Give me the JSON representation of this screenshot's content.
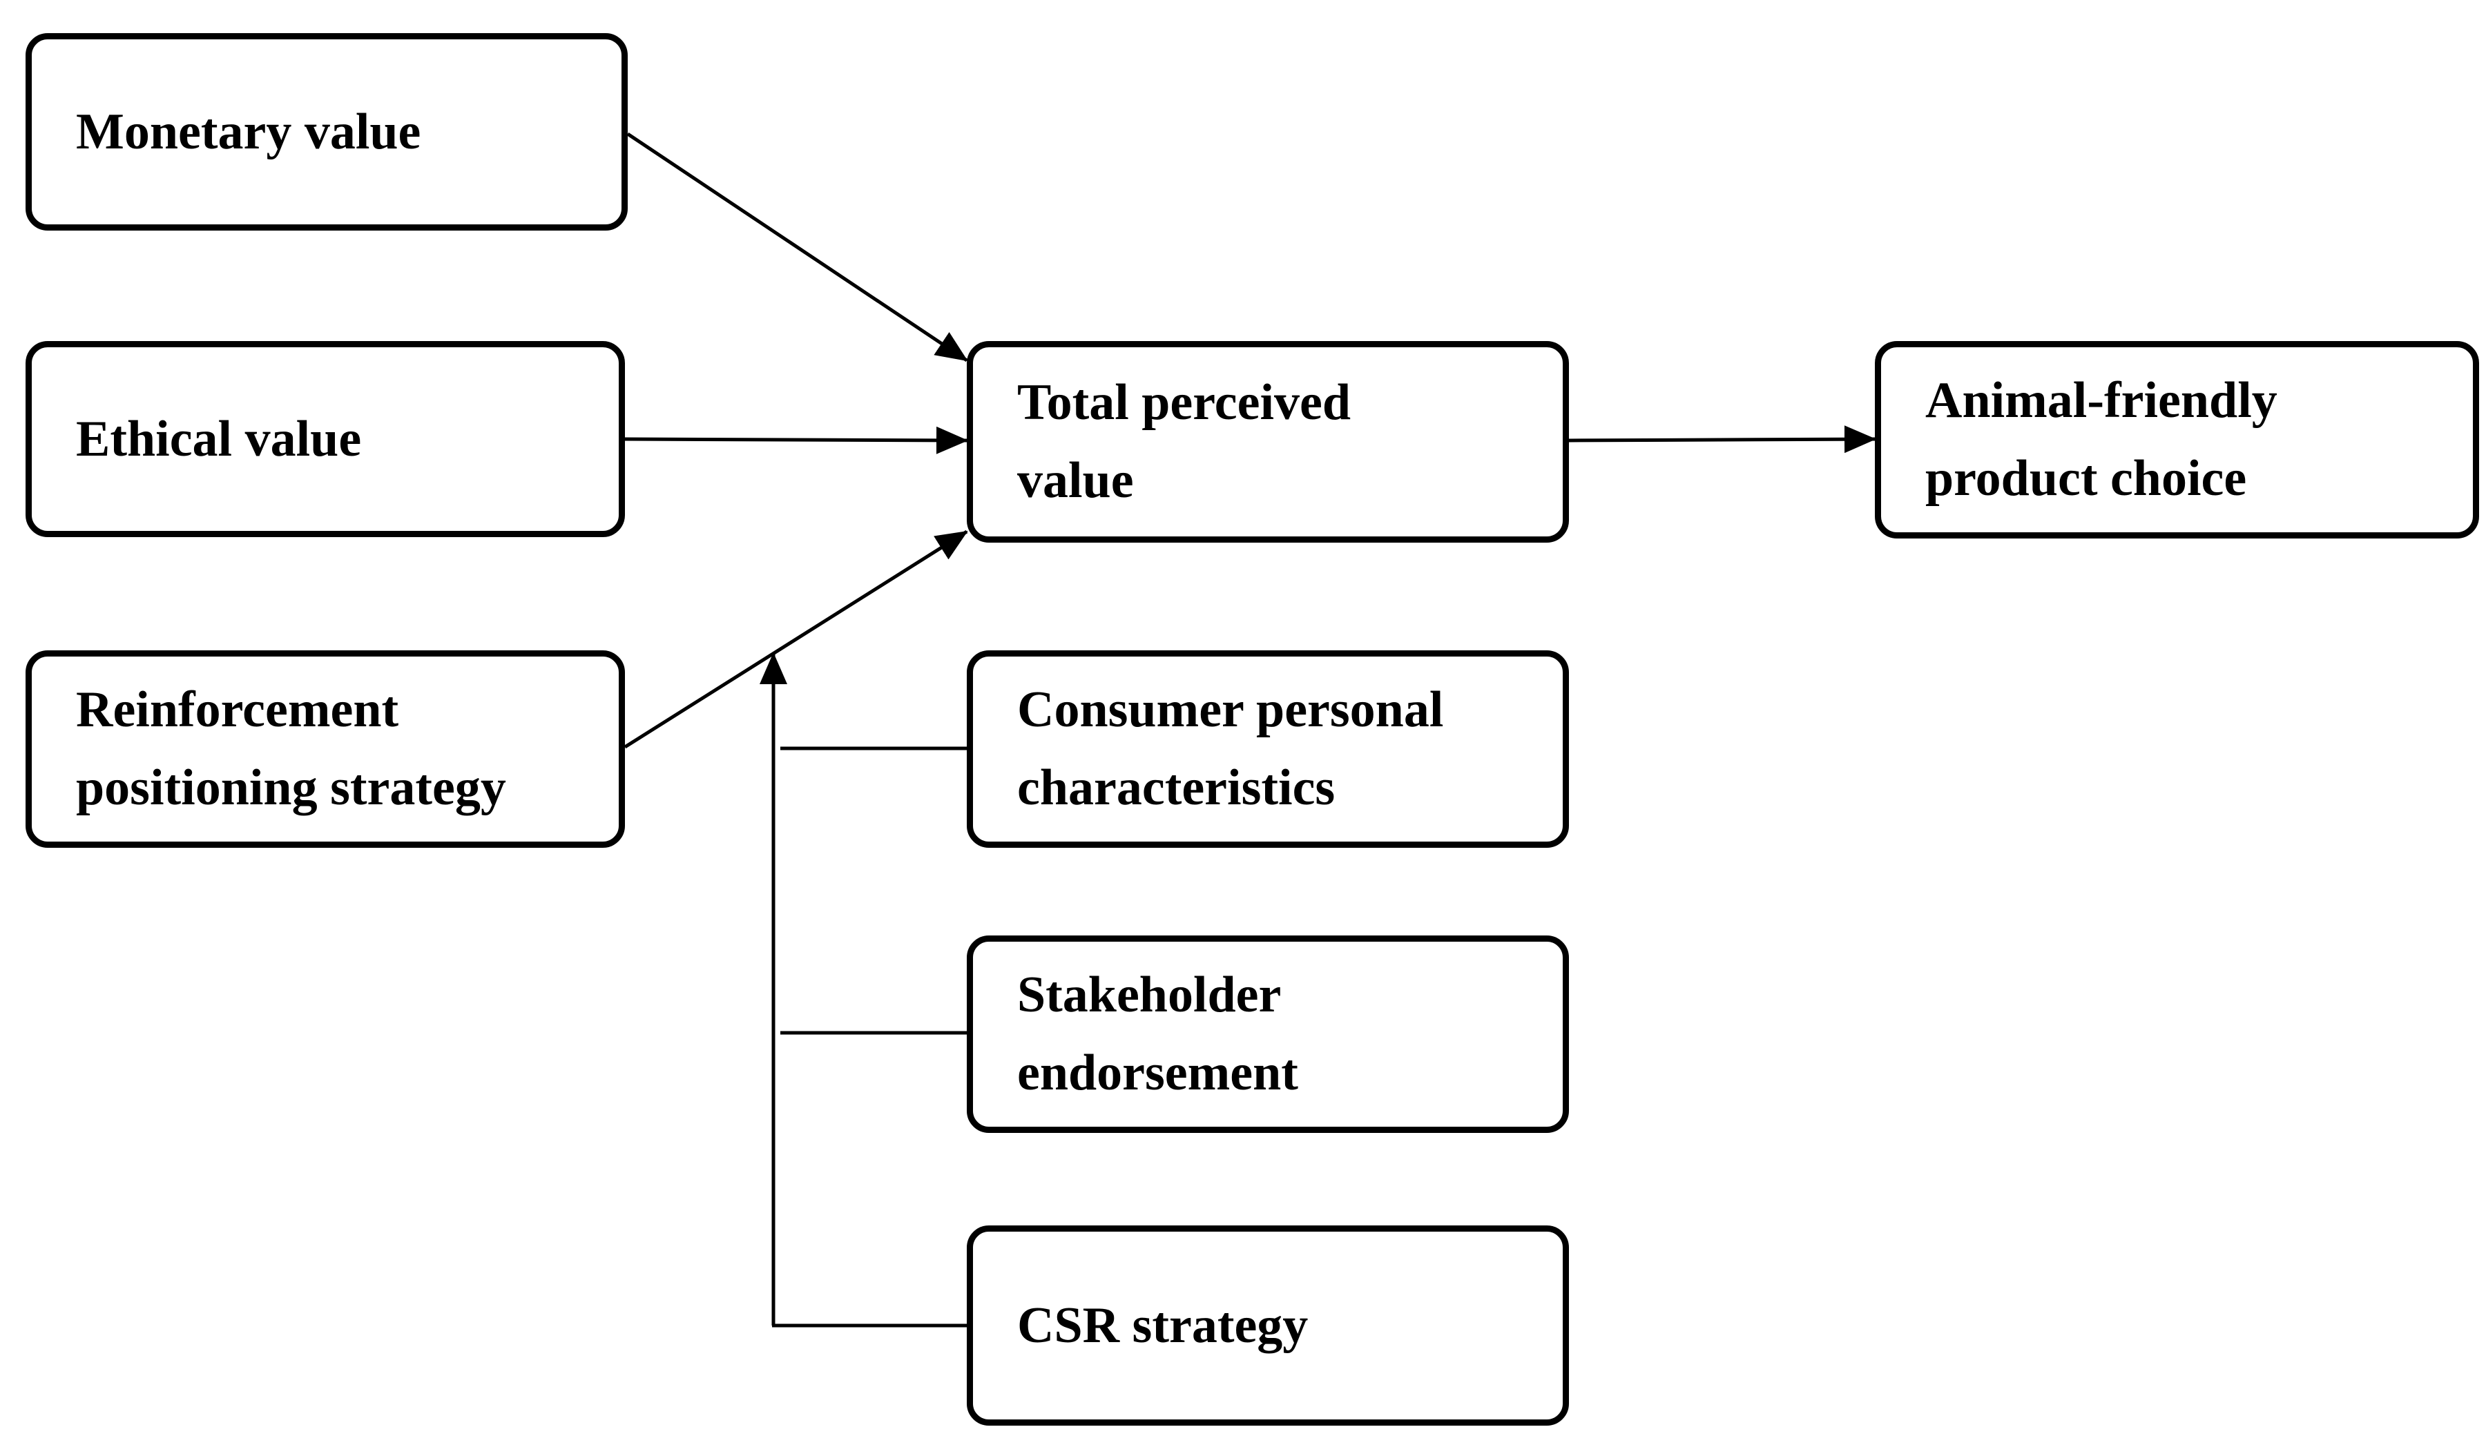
{
  "diagram": {
    "nodes": {
      "monetary_value": "Monetary value",
      "ethical_value": "Ethical value",
      "reinforcement_strategy": "Reinforcement positioning strategy",
      "total_perceived_value": "Total perceived value",
      "animal_friendly_choice": "Animal-friendly product choice",
      "consumer_characteristics": "Consumer personal characteristics",
      "stakeholder_endorsement": "Stakeholder endorsement",
      "csr_strategy": "CSR strategy"
    },
    "edges": [
      {
        "from": "Monetary value",
        "to": "Total perceived value"
      },
      {
        "from": "Ethical value",
        "to": "Total perceived value"
      },
      {
        "from": "Reinforcement positioning strategy",
        "to": "Total perceived value"
      },
      {
        "from": "Total perceived value",
        "to": "Animal-friendly product choice"
      },
      {
        "from": "Consumer personal characteristics",
        "to": "Reinforcement positioning strategy → Total perceived value",
        "type": "moderates"
      },
      {
        "from": "Stakeholder endorsement",
        "to": "Reinforcement positioning strategy → Total perceived value",
        "type": "moderates"
      },
      {
        "from": "CSR strategy",
        "to": "Reinforcement positioning strategy → Total perceived value",
        "type": "moderates"
      }
    ]
  }
}
